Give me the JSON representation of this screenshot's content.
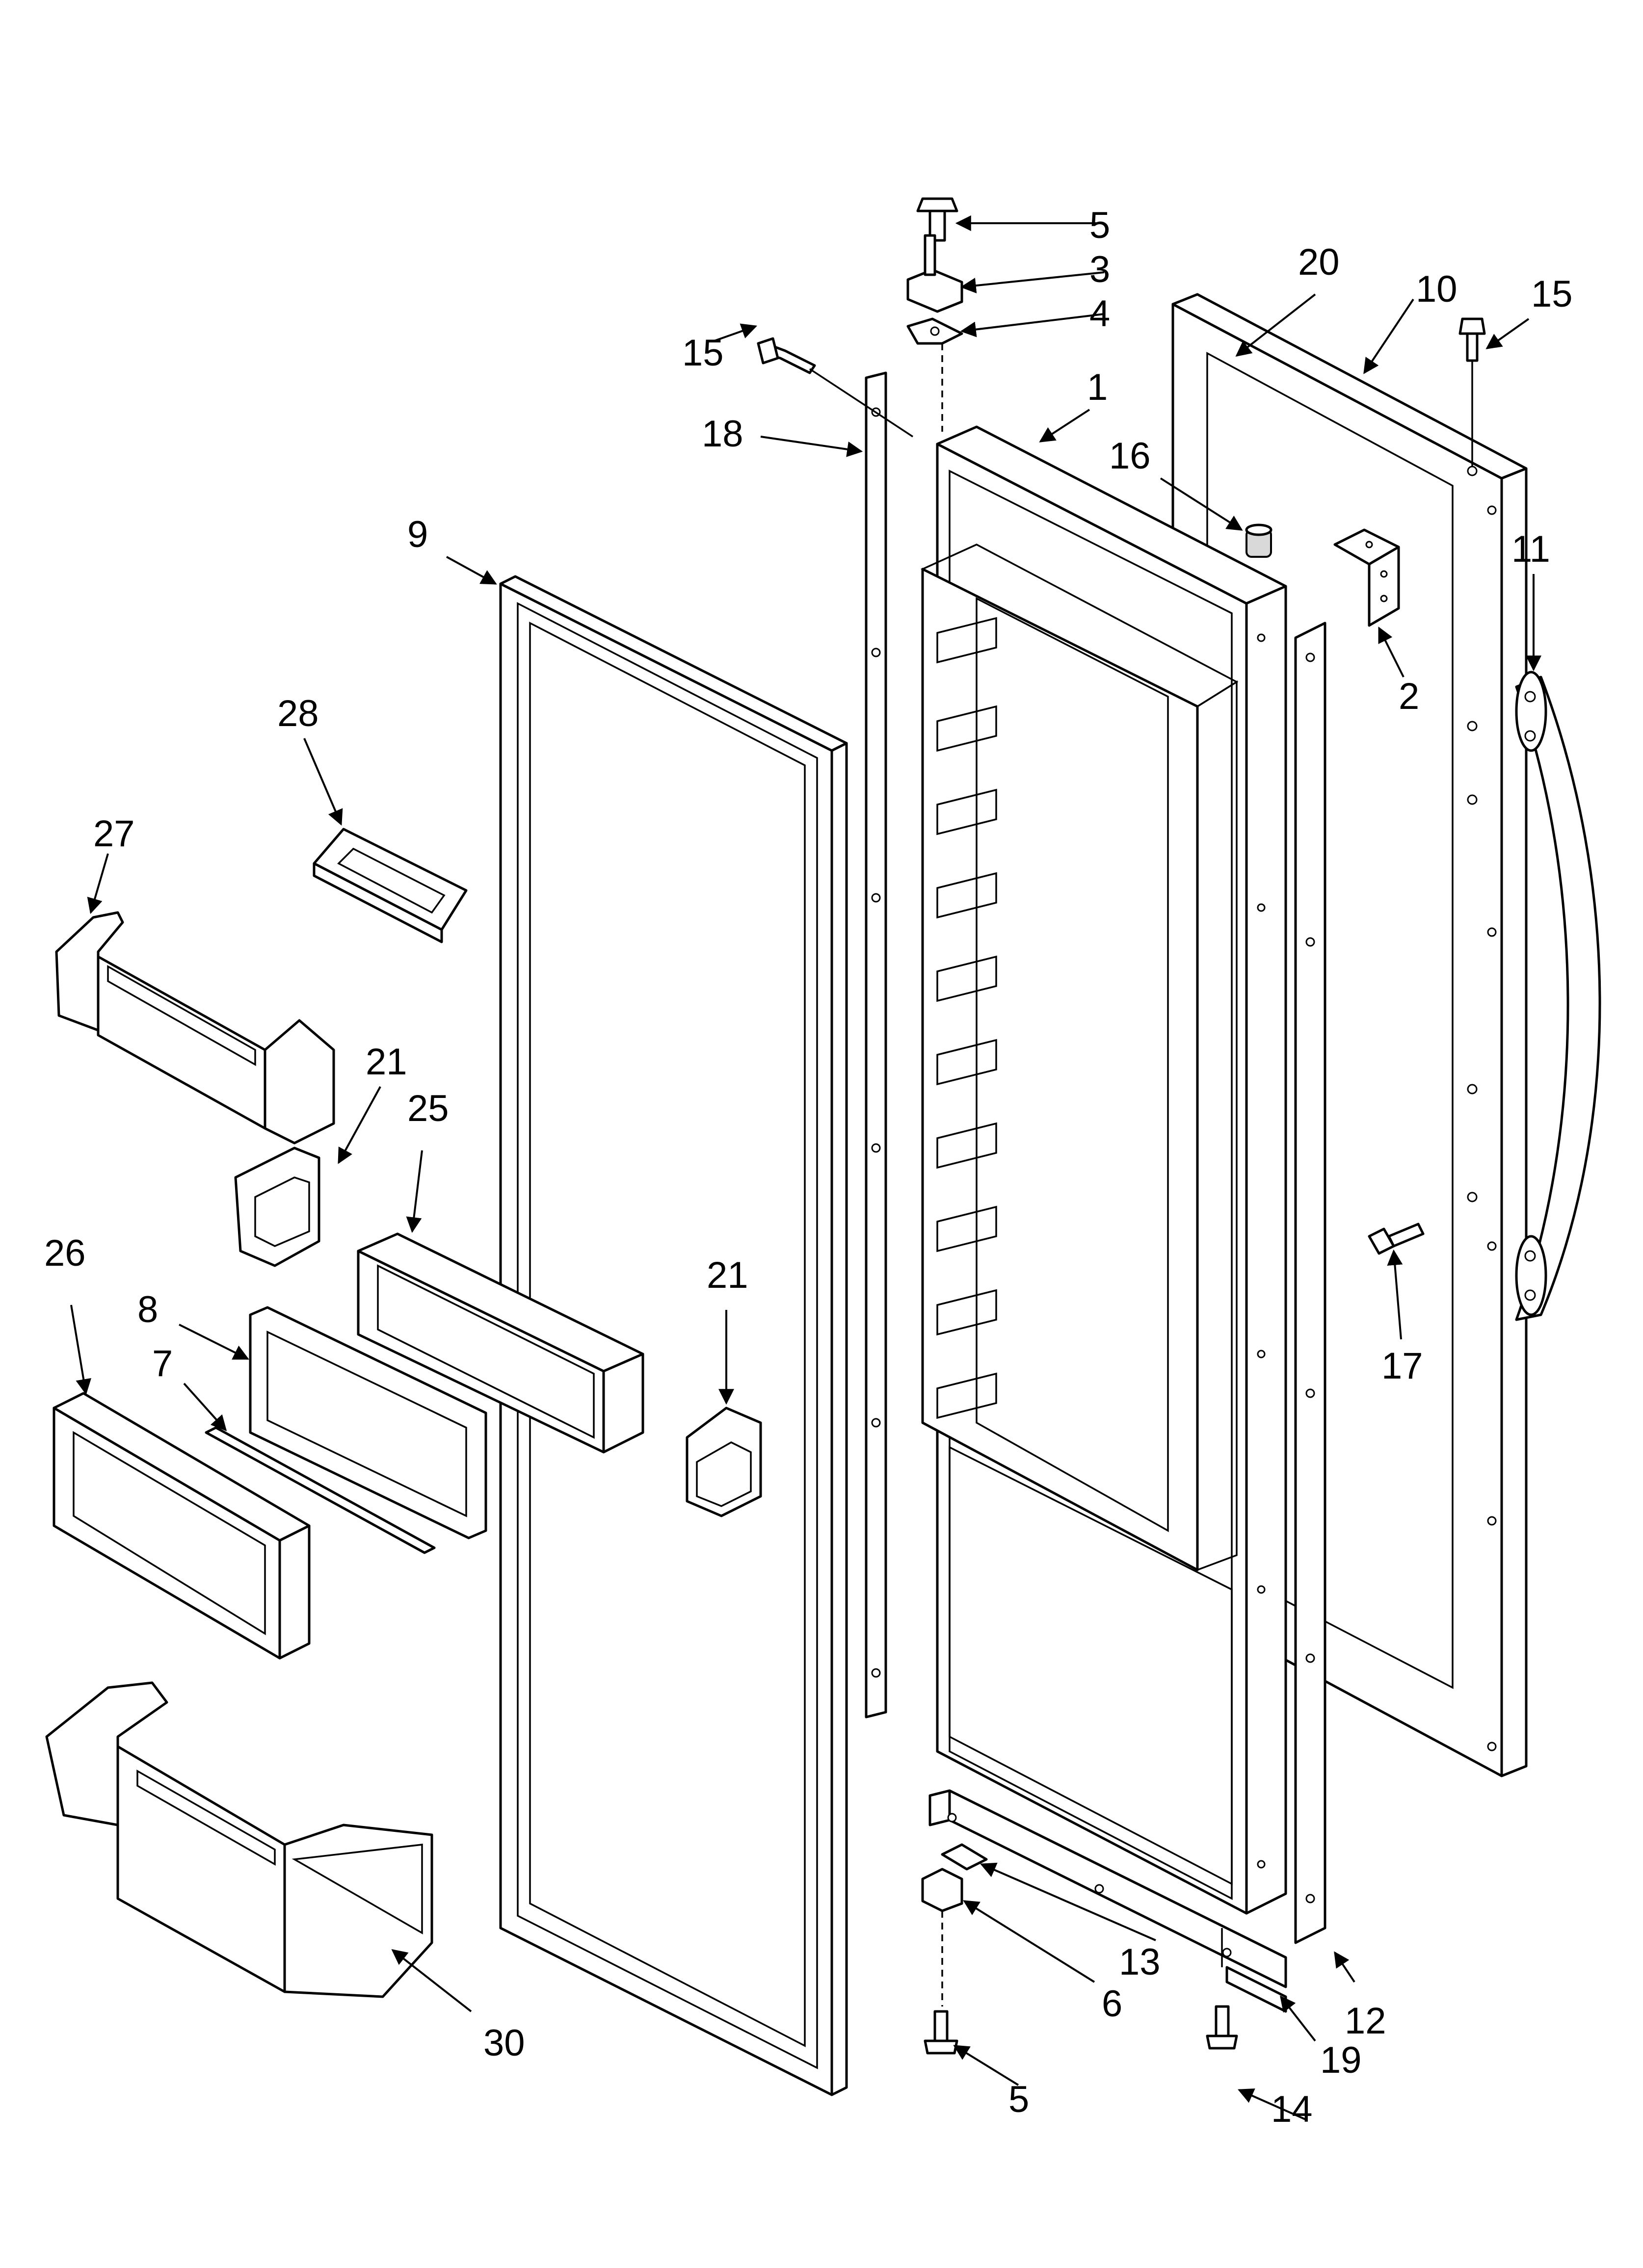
{
  "callouts": {
    "c1": "1",
    "c2": "2",
    "c3": "3",
    "c4": "4",
    "c5_top": "5",
    "c5_bottom": "5",
    "c6": "6",
    "c7": "7",
    "c8": "8",
    "c9": "9",
    "c10": "10",
    "c11": "11",
    "c12": "12",
    "c13": "13",
    "c14": "14",
    "c15_left": "15",
    "c15_right": "15",
    "c16": "16",
    "c17": "17",
    "c18": "18",
    "c19": "19",
    "c20": "20",
    "c21_upper": "21",
    "c21_right": "21",
    "c25": "25",
    "c26": "26",
    "c27": "27",
    "c28": "28",
    "c30": "30"
  },
  "colors": {
    "line": "#000000",
    "background": "#ffffff",
    "shade": "#d9d9d9"
  }
}
